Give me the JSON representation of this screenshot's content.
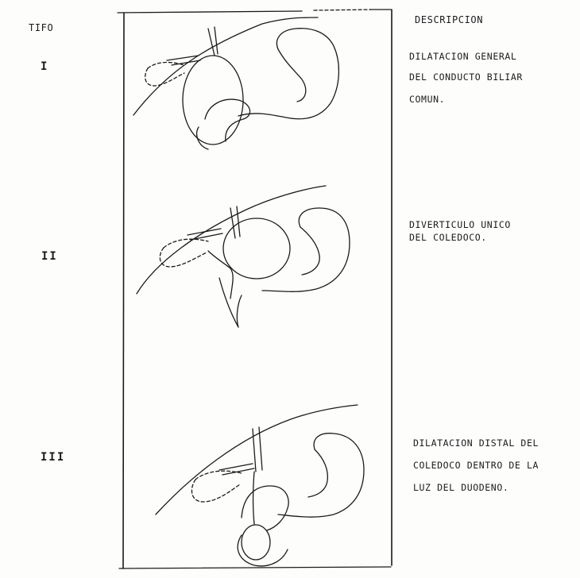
{
  "table": {
    "col_tipo_header": "TIFO",
    "col_descripcion_header": "DESCRIPCION"
  },
  "rows": [
    {
      "tipo": "I",
      "description_lines": [
        "DILATACION GENERAL",
        "DEL CONDUCTO BILIAR",
        "COMUN."
      ]
    },
    {
      "tipo": "II",
      "description_lines": [
        "DIVERTICULO UNICO",
        "DEL COLEDOCO."
      ]
    },
    {
      "tipo": "III",
      "description_lines": [
        "DILATACION DISTAL DEL",
        "COLEDOCO DENTRO DE LA",
        "LUZ DEL DUODENO."
      ]
    }
  ],
  "colors": {
    "ink": "#1b1b1b",
    "paper": "#fdfdfc"
  }
}
